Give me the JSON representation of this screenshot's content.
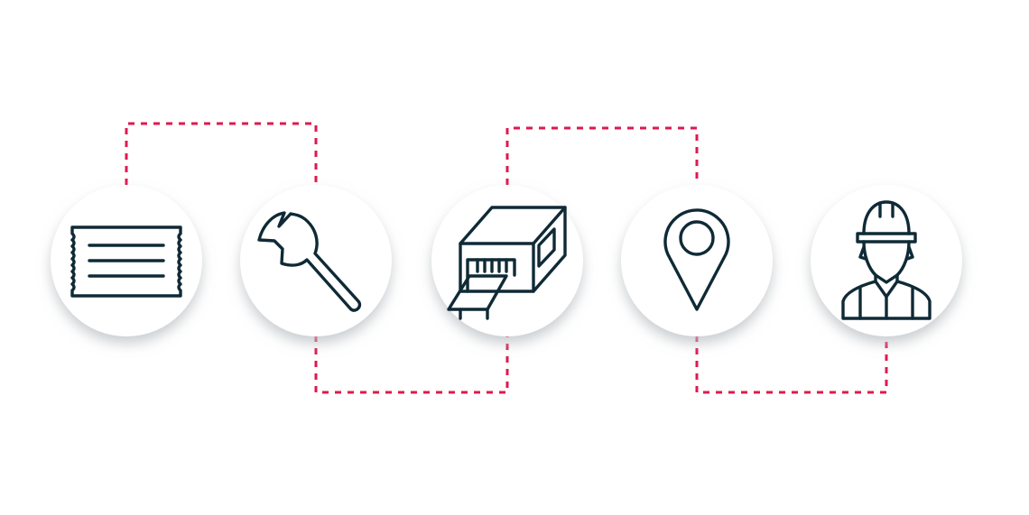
{
  "colors": {
    "background": "#ffffff",
    "connector": "#e0184f",
    "icon_stroke": "#0f2a36",
    "circle_fill": "#ffffff",
    "circle_shadow": "#b9bec2"
  },
  "nodes": [
    {
      "icon": "ticket-icon"
    },
    {
      "icon": "wrench-icon"
    },
    {
      "icon": "conveyor-machine-icon"
    },
    {
      "icon": "location-pin-icon"
    },
    {
      "icon": "worker-hardhat-icon"
    }
  ],
  "connectors": [
    {
      "from": "ticket-icon",
      "to": "wrench-icon",
      "side": "top"
    },
    {
      "from": "wrench-icon",
      "to": "conveyor-machine-icon",
      "side": "bottom"
    },
    {
      "from": "conveyor-machine-icon",
      "to": "location-pin-icon",
      "side": "top"
    },
    {
      "from": "location-pin-icon",
      "to": "worker-hardhat-icon",
      "side": "bottom"
    }
  ]
}
